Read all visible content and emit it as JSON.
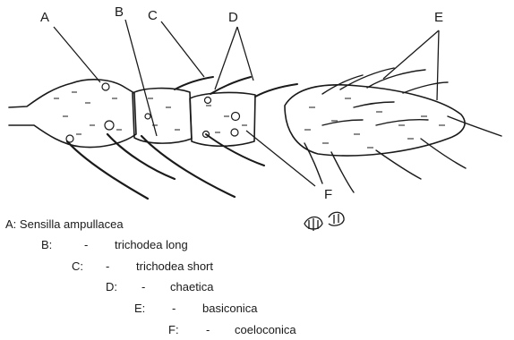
{
  "callouts": {
    "A": "A",
    "B": "B",
    "C": "C",
    "D": "D",
    "E": "E",
    "F": "F"
  },
  "legend": {
    "rows": [
      {
        "key": "A:",
        "dash": "",
        "term": "Sensilla ampullacea"
      },
      {
        "key": "B:",
        "dash": "-",
        "term": "trichodea long"
      },
      {
        "key": "C:",
        "dash": "-",
        "term": "trichodea short"
      },
      {
        "key": "D:",
        "dash": "-",
        "term": "chaetica"
      },
      {
        "key": "E:",
        "dash": "-",
        "term": "basiconica"
      },
      {
        "key": "F:",
        "dash": "-",
        "term": "coeloconica"
      }
    ]
  },
  "colors": {
    "ink": "#1a1a1a",
    "background": "#ffffff"
  }
}
